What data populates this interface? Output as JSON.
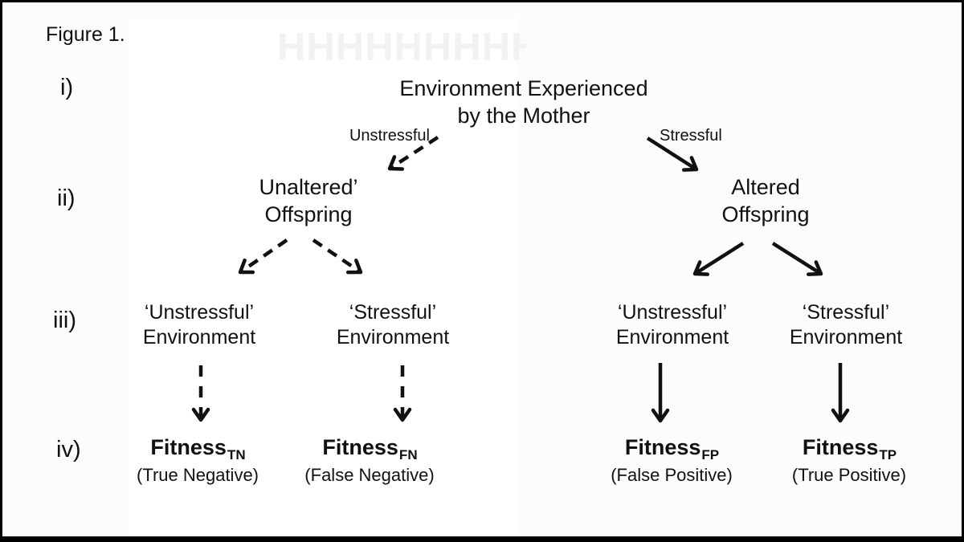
{
  "figure": {
    "label": "Figure 1."
  },
  "rows": {
    "i": "i)",
    "ii": "ii)",
    "iii": "iii)",
    "iv": "iv)"
  },
  "root": {
    "line1": "Environment Experienced",
    "line2": "by the Mother"
  },
  "branch_labels": {
    "left": "Unstressful",
    "right": "Stressful"
  },
  "level2": {
    "left": {
      "line1": "Unaltered’",
      "line2": "Offspring"
    },
    "right": {
      "line1": "Altered",
      "line2": "Offspring"
    }
  },
  "level3": {
    "cols": [
      {
        "line1": "‘Unstressful’",
        "line2": "Environment"
      },
      {
        "line1": "‘Stressful’",
        "line2": "Environment"
      },
      {
        "line1": "‘Unstressful’",
        "line2": "Environment"
      },
      {
        "line1": "‘Stressful’",
        "line2": "Environment"
      }
    ]
  },
  "level4": {
    "cols": [
      {
        "name": "Fitness",
        "subscript": "TN",
        "note": "(True Negative)"
      },
      {
        "name": "Fitness",
        "subscript": "FN",
        "note": "(False Negative)"
      },
      {
        "name": "Fitness",
        "subscript": "FP",
        "note": "(False Positive)"
      },
      {
        "name": "Fitness",
        "subscript": "TP",
        "note": "(True Positive)"
      }
    ]
  },
  "artifact": {
    "ghost": "HHHHHHHHH"
  },
  "colors": {
    "ink": "#111111",
    "panel_background": "#ffffff",
    "frame_border": "#000000",
    "watermark_ghost": "#f2f2f2"
  }
}
